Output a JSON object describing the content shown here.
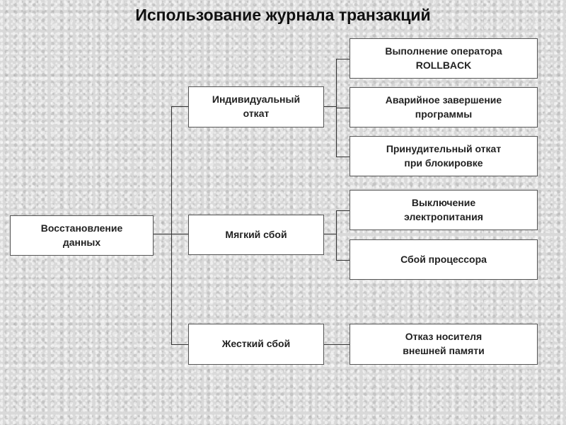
{
  "title": "Использование журнала транзакций",
  "root": {
    "label": "Восстановление\nданных"
  },
  "branches": [
    {
      "label": "Индивидуальный\nоткат",
      "leaves": [
        "Выполнение оператора\nROLLBACK",
        "Аварийное завершение\nпрограммы",
        "Принудительный откат\nпри блокировке"
      ]
    },
    {
      "label": "Мягкий сбой",
      "leaves": [
        "Выключение\nэлектропитания",
        "Сбой процессора"
      ]
    },
    {
      "label": "Жесткий сбой",
      "leaves": [
        "Отказ носителя\nвнешней памяти"
      ]
    }
  ],
  "colors": {
    "box_fill": "#ffffff",
    "box_border": "#555555",
    "connector": "#333333",
    "background": "#d9d9d9"
  }
}
